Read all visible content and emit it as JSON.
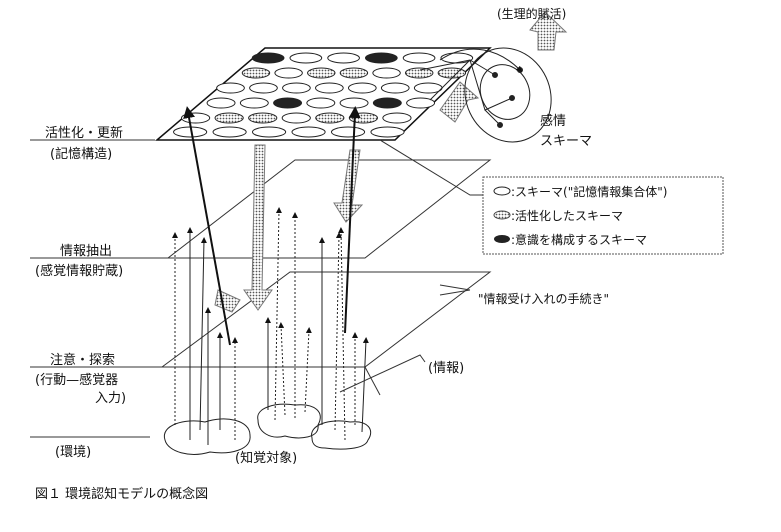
{
  "labels": {
    "physiological_arousal": "(生理的賦活)",
    "affect_schema_1": "感情",
    "affect_schema_2": "スキーマ",
    "level_memory_1": "活性化・更新",
    "level_memory_2": "(記憶構造)",
    "level_extract_1": "情報抽出",
    "level_extract_2": "(感覚情報貯蔵)",
    "level_attention_1": "注意・探索",
    "level_attention_2": "(行動—感覚器",
    "level_attention_3": "入力)",
    "environment": "(環境)",
    "perceived_object": "(知覚対象)",
    "information": "(情報)",
    "intake_procedure": "\"情報受け入れの手続き\""
  },
  "legend": {
    "items": [
      {
        "symbol": "outline-ellipse",
        "label": ":スキーマ(\"記憶情報集合体\")"
      },
      {
        "symbol": "dotted-ellipse",
        "label": ":活性化したスキーマ"
      },
      {
        "symbol": "dark-ellipse",
        "label": ":意識を構成するスキーマ"
      }
    ]
  },
  "caption": "図１ 環境認知モデルの概念図"
}
